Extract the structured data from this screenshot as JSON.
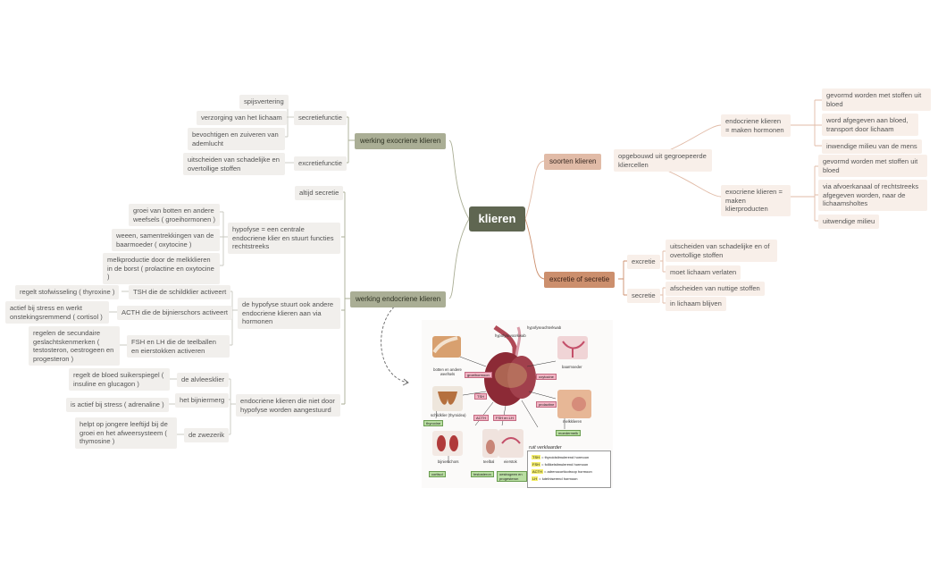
{
  "central": "klieren",
  "colors": {
    "root": "#5f6651",
    "olive": "#aaae95",
    "peach": "#e1bba7",
    "rust": "#cc8f6d",
    "leaf": "#f1efec"
  },
  "exo": {
    "label": "werking exocriene klieren",
    "secretie": "secretiefunctie",
    "spijs": "spijsvertering",
    "verzorging": "verzorging van het lichaam",
    "bevochtigen": "bevochtigen en zuiveren van ademlucht",
    "excretie": "excretiefunctie",
    "uitscheiden": "uitscheiden van schadelijke en overtollige stoffen"
  },
  "endo": {
    "label": "werking endocriene klieren",
    "altijd": "altijd secretie",
    "hypofyse": "hypofyse = een centrale endocriene klier en stuurt functies rechtstreeks",
    "groei": "groei van botten en andere weefsels ( groeihormonen )",
    "weeen": "weeen, samentrekkingen van de baarmoeder ( oxytocine )",
    "melk": "melkproductie door de melkklieren in de borst ( prolactine en oxytocine )",
    "stuurt": "de hypofyse stuurt ook andere endocriene klieren aan via hormonen",
    "tsh": "TSH die de schildklier activeert",
    "tsh_leaf": "regelt stofwisseling ( thyroxine )",
    "acth": "ACTH die de bijnierschors activeert",
    "acth_leaf": "actief bij stress en werkt onstekingsremmend ( cortisol )",
    "fsh": "FSH en LH die de teelballen en eierstokken activeren",
    "fsh_leaf": "regelen de secundaire geslachtskenmerken ( testosteron, oestrogeen en progesteron )",
    "niet": "endocriene klieren die niet door hypofyse worden aangestuurd",
    "alvlees": "de alvleesklier",
    "alvlees_leaf": "regelt de bloed suikerspiegel ( insuline en glucagon )",
    "bijnier": "het bijniermerg",
    "bijnier_leaf": "is actief bij stress ( adrenaline )",
    "zwezerik": "de zwezerik",
    "zwezerik_leaf": "helpt op jongere leeftijd bij de groei en het afweersysteem ( thymosine )"
  },
  "soorten": {
    "label": "soorten klieren",
    "opgebouwd": "opgebouwd uit gegroepeerde kliercellen",
    "endo": "endocriene klieren = maken hormonen",
    "endo_l1": "gevormd worden met stoffen uit bloed",
    "endo_l2": "word afgegeven aan bloed, transport door lichaam",
    "endo_l3": "inwendige milieu van de mens",
    "exo": "exocriene klieren = maken klierproducten",
    "exo_l1": "gevormd worden met stoffen uit bloed",
    "exo_l2": "via afvoerkanaal of rechtstreeks afgegeven worden, naar de lichaamsholtes",
    "exo_l3": "uitwendige milieu"
  },
  "excsec": {
    "label": "excretie of secretie",
    "excretie": "excretie",
    "exc_l1": "uitscheiden van schadelijke en of overtollige stoffen",
    "exc_l2": "moet lichaam verlaten",
    "secretie": "secretie",
    "sec_l1": "afscheiden van nuttige stoffen",
    "sec_l2": "in lichaam blijven"
  },
  "picture": {
    "hypofysevoorkwab": "hypofysevoorkwab",
    "hypofyseachterkwab": "hypofyseachterkwab",
    "botten": "botten en andere weefsels",
    "groeihormoon": "groeihormoon",
    "baarmoeder": "baarmoeder",
    "oxytocine": "oxytocine",
    "schildklier": "schildklier (thyroidea)",
    "tsh": "TSH",
    "thyroxine": "thyroxine",
    "prolactine": "prolactine",
    "melkklieren": "melkklieren",
    "moedermelk": "moedermelk",
    "acth": "ACTH",
    "fshlh": "FSH en LH",
    "bijnierschors": "bijnierschors",
    "teelbal": "teelbal",
    "eierstok": "eierstok",
    "cortisol": "cortisol",
    "testosteron": "testosteron",
    "oestrogeen": "oestrogeen en progesteron",
    "legend_title": "ruit verklaarder",
    "leg1": [
      "TSH",
      "= thyroidstimulerend hormoon"
    ],
    "leg2": [
      "FSH",
      "= follikelstimulerend hormoon"
    ],
    "leg3": [
      "ACTH",
      "= adrenocorticotroop hormoon"
    ],
    "leg4": [
      "LH",
      "= luteïniserend hormoon"
    ]
  }
}
